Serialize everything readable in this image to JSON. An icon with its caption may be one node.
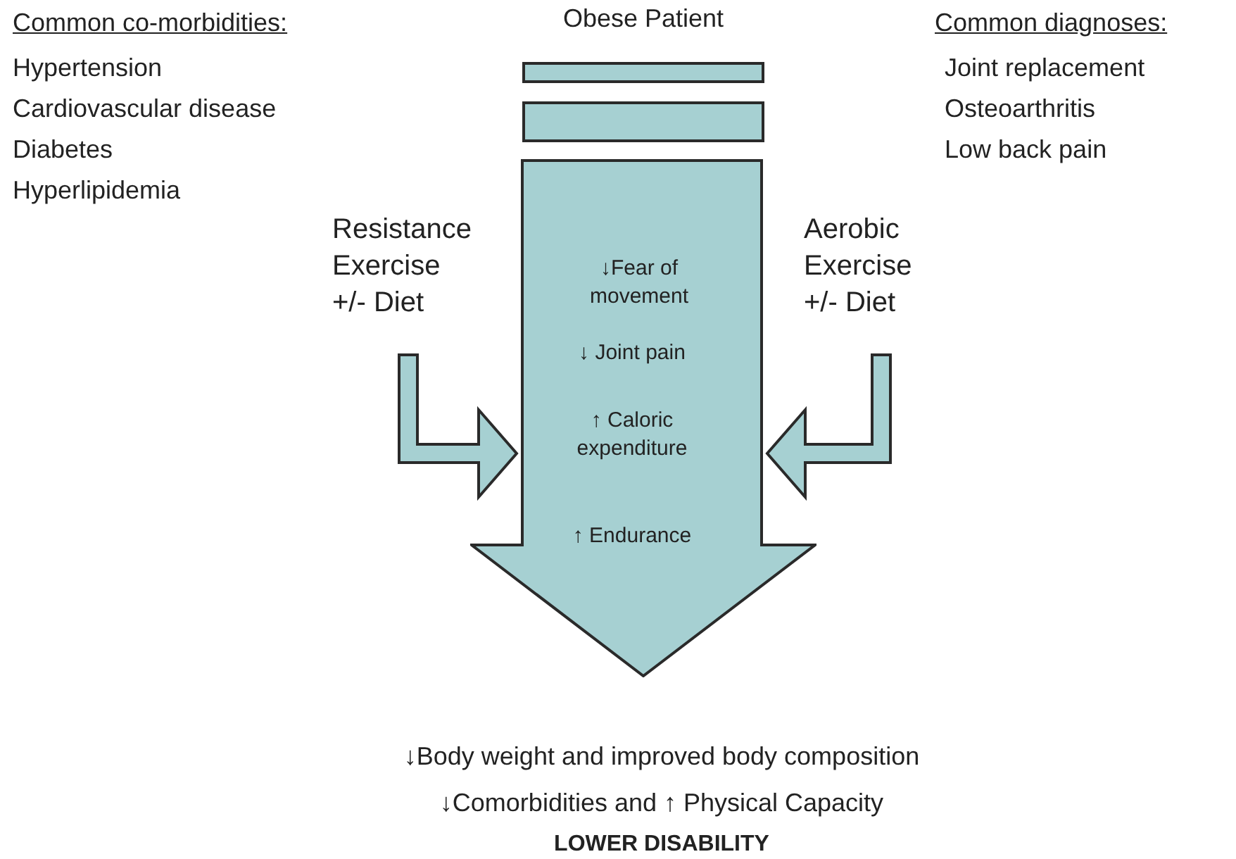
{
  "diagram": {
    "nodes": [
      {
        "text": [
          "Obese Patient"
        ]
      },
      {
        "text": [],
        "shape": "bar"
      },
      {
        "text": [],
        "shape": "bar"
      },
      {
        "text": [
          "↓Fear of movement",
          "↓ Joint pain",
          "↑ Caloric expenditure",
          "↑ Endurance"
        ]
      },
      {
        "text": [
          "Resistance Exercise +/- Diet"
        ]
      },
      {
        "text": [
          "Aerobic Exercise +/- Diet"
        ]
      },
      {
        "text": [
          "↓Body weight and improved body composition",
          "↓Comorbidities and ↑ Physical Capacity",
          "LOWER DISABILITY"
        ]
      }
    ],
    "edges": [
      {
        "from": 4,
        "to": 3,
        "arrow": "to",
        "style": "thick"
      },
      {
        "from": 5,
        "to": 3,
        "arrow": "to",
        "style": "thick"
      }
    ],
    "labels": [
      "Common co-morbidities:",
      "Hypertension",
      "Cardiovascular disease",
      "Diabetes",
      "Hyperlipidemia",
      "Common diagnoses:",
      "Joint replacement",
      "Osteoarthritis",
      "Low back pain"
    ]
  }
}
